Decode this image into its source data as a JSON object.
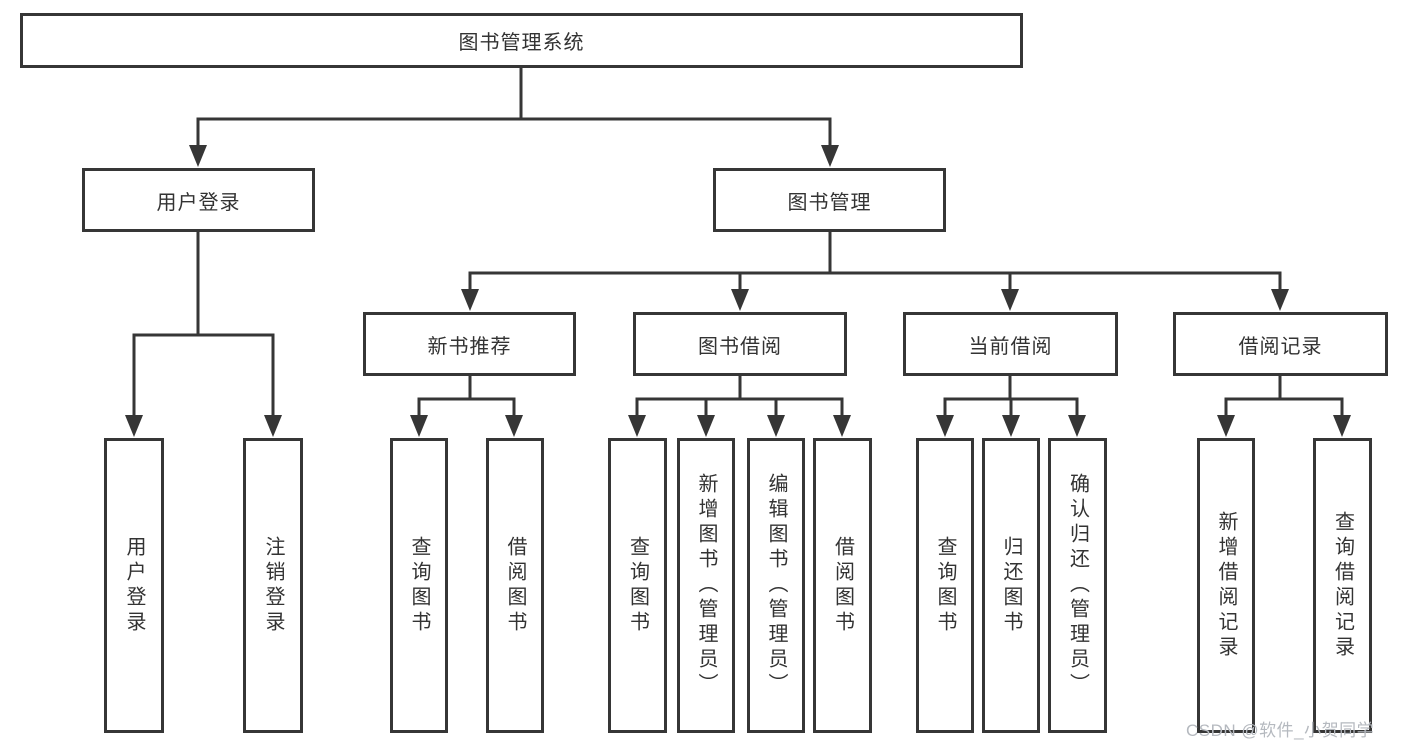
{
  "nodes": {
    "root": "图书管理系统",
    "l2": [
      "用户登录",
      "图书管理"
    ],
    "l3": [
      "新书推荐",
      "图书借阅",
      "当前借阅",
      "借阅记录"
    ],
    "l4": {
      "g1": [
        "用户登录",
        "注销登录"
      ],
      "g2": [
        "查询图书",
        "借阅图书"
      ],
      "g3": [
        "查询图书",
        "新增图书（管理员）",
        "编辑图书（管理员）",
        "借阅图书"
      ],
      "g4": [
        "查询图书",
        "归还图书",
        "确认归还（管理员）"
      ],
      "g5": [
        "新增借阅记录",
        "查询借阅记录"
      ]
    }
  },
  "watermark": "CSDN @软件_小贺同学",
  "colors": {
    "line": "#363636",
    "text": "#333333",
    "watermark": "#b5b9bf",
    "background": "#ffffff"
  }
}
